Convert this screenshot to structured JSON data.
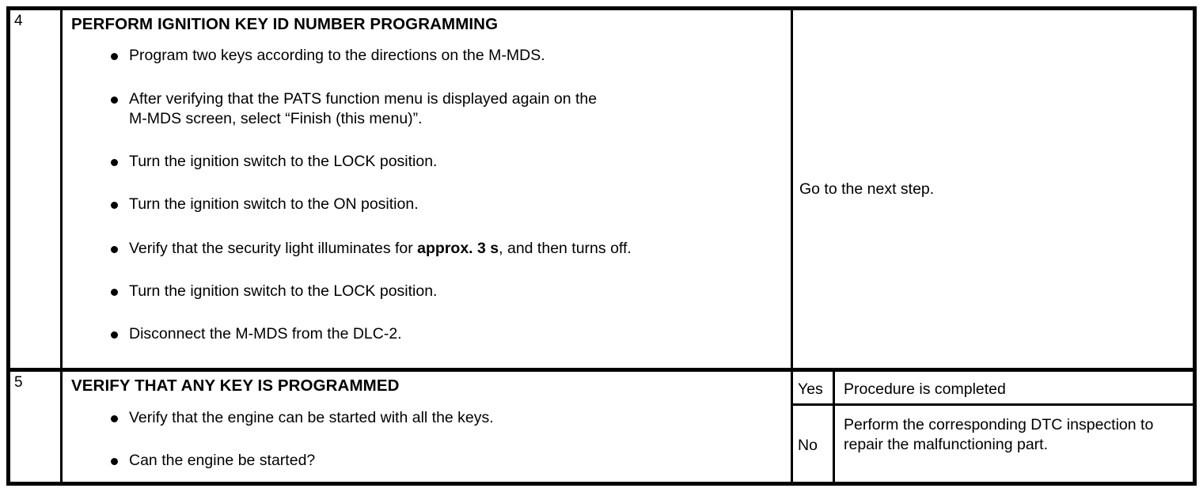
{
  "table": {
    "columns": [
      "step_number",
      "action_description",
      "result_branch",
      "result_text"
    ],
    "rows": [
      {
        "step_number": "4",
        "heading": "PERFORM IGNITION KEY ID NUMBER PROGRAMMING",
        "bullets": [
          {
            "lines": [
              "Program two keys according to the directions on the M-MDS."
            ]
          },
          {
            "lines": [
              "After verifying that the PATS function menu is displayed again on the",
              "M-MDS screen, select “Finish (this menu)”."
            ]
          },
          {
            "lines": [
              "Turn the ignition switch to the LOCK position."
            ]
          },
          {
            "lines": [
              "Turn the ignition switch to the ON position."
            ]
          },
          {
            "pre": "Verify that the security light illuminates for ",
            "bold": "approx. 3 s",
            "post": ", and then turns off."
          },
          {
            "lines": [
              "Turn the ignition switch to the LOCK position."
            ]
          },
          {
            "lines": [
              "Disconnect the M-MDS from the DLC-2."
            ]
          }
        ],
        "result": {
          "type": "plain",
          "text": "Go to the next step."
        }
      },
      {
        "step_number": "5",
        "heading": "VERIFY THAT ANY KEY IS PROGRAMMED",
        "bullets": [
          {
            "lines": [
              "Verify that the engine can be started with all the keys."
            ]
          },
          {
            "lines": [
              "Can the engine be started?"
            ]
          }
        ],
        "result": {
          "type": "yes-no",
          "yes_label": "Yes",
          "yes_text": "Procedure is completed",
          "no_label": "No",
          "no_lines": [
            "Perform the corresponding DTC",
            "inspection to repair the malfunctioning",
            "part."
          ]
        }
      }
    ]
  },
  "colors": {
    "border": "#000000",
    "text": "#000000",
    "background": "#ffffff"
  }
}
